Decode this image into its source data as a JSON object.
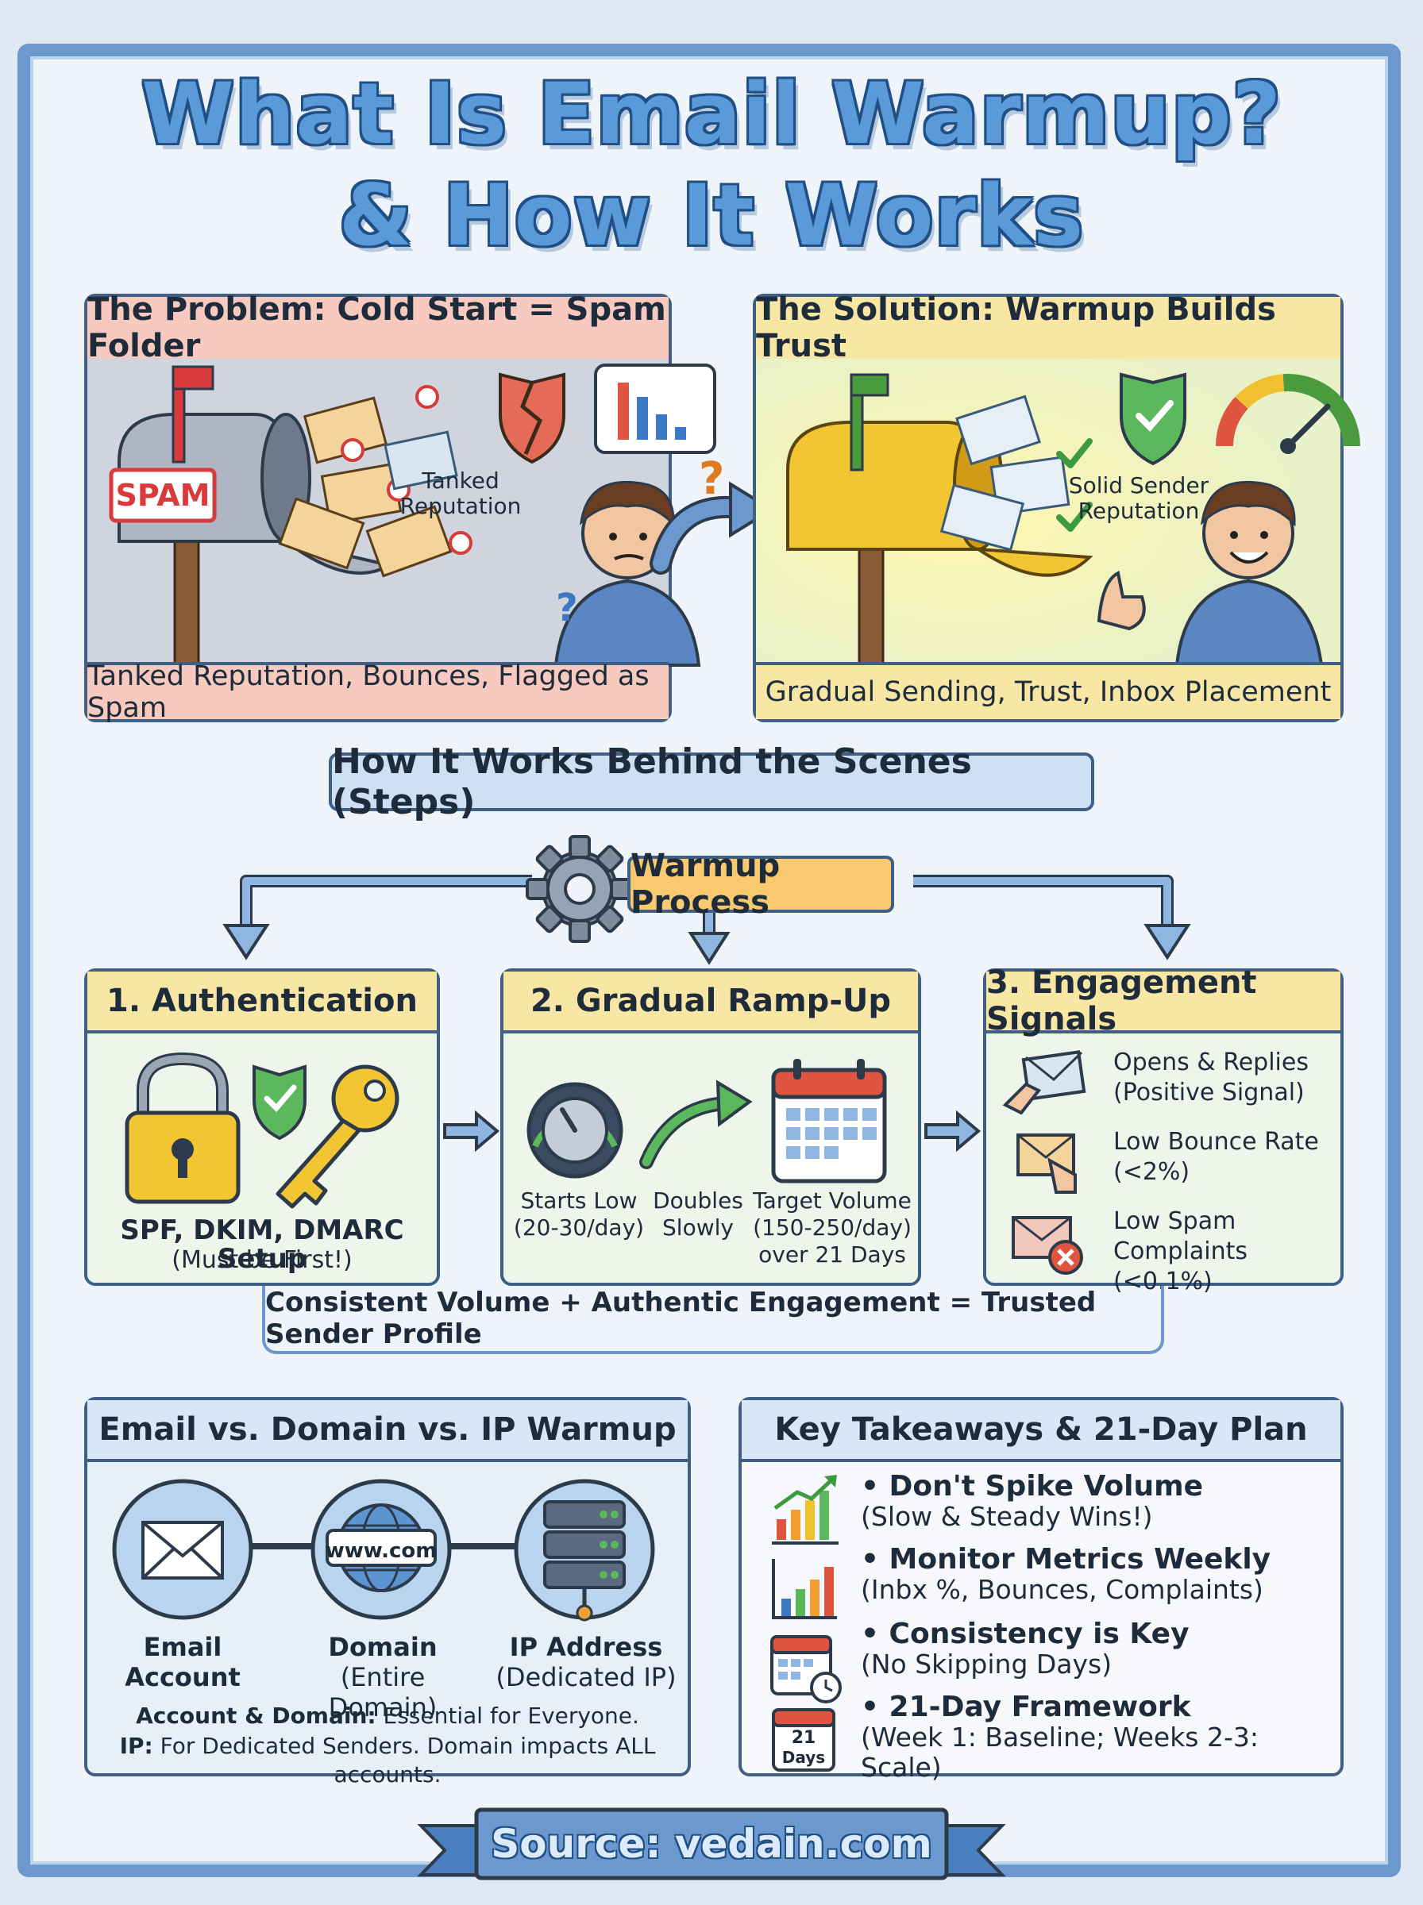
{
  "title": {
    "line1": "What Is Email Warmup?",
    "line2": "& How It Works"
  },
  "problem": {
    "header": "The Problem: Cold Start = Spam Folder",
    "spam_label": "SPAM",
    "reputation_label": "Tanked Reputation",
    "footer": "Tanked Reputation, Bounces, Flagged as Spam"
  },
  "solution": {
    "header": "The Solution: Warmup Builds Trust",
    "reputation_label": "Solid Sender Reputation",
    "footer": "Gradual Sending, Trust, Inbox Placement"
  },
  "steps_banner": "How It Works Behind the Scenes (Steps)",
  "process_label": "Warmup Process",
  "step1": {
    "title": "1. Authentication",
    "text": "SPF, DKIM, DMARC Setup",
    "subtext": "(Must be First!)"
  },
  "step2": {
    "title": "2. Gradual Ramp-Up",
    "a_line1": "Starts Low",
    "a_line2": "(20-30/day)",
    "b_line1": "Doubles",
    "b_line2": "Slowly",
    "c_line1": "Target Volume",
    "c_line2": "(150-250/day)",
    "c_line3": "over 21 Days"
  },
  "step3": {
    "title": "3. Engagement Signals",
    "s1_line1": "Opens & Replies",
    "s1_line2": "(Positive Signal)",
    "s2_line1": "Low Bounce Rate",
    "s2_line2": "(<2%)",
    "s3_line1": "Low Spam",
    "s3_line2": "Complaints (<0.1%)"
  },
  "equation": "Consistent Volume + Authentic Engagement = Trusted Sender Profile",
  "comparison": {
    "header": "Email vs. Domain vs. IP Warmup",
    "email_line1": "Email",
    "email_line2": "Account",
    "domain_tag": "www.com",
    "domain_line1": "Domain",
    "domain_line2": "(Entire Domain)",
    "ip_line1": "IP Address",
    "ip_line2": "(Dedicated IP)",
    "note1_bold": "Account & Domain:",
    "note1_text": " Essential for Everyone.",
    "note2_bold": "IP:",
    "note2_text": " For Dedicated Senders. Domain impacts ALL accounts."
  },
  "takeaways": {
    "header": "Key Takeaways & 21-Day Plan",
    "items": [
      {
        "title": "• Don't Spike Volume",
        "sub": "(Slow & Steady Wins!)"
      },
      {
        "title": "• Monitor Metrics Weekly",
        "sub": "(Inbx %, Bounces, Complaints)"
      },
      {
        "title": "• Consistency is Key",
        "sub": "(No Skipping Days)"
      },
      {
        "title": "• 21-Day Framework",
        "sub": "(Week 1: Baseline; Weeks 2-3: Scale)"
      }
    ],
    "calendar_number": "21",
    "calendar_label": "Days"
  },
  "source": "Source: vedain.com",
  "colors": {
    "frame": "#6b98cf",
    "title": "#5b9ad9",
    "problem_head": "#f7c9bf",
    "solution_head": "#f8e7a4",
    "step_head": "#f8e7a4"
  }
}
